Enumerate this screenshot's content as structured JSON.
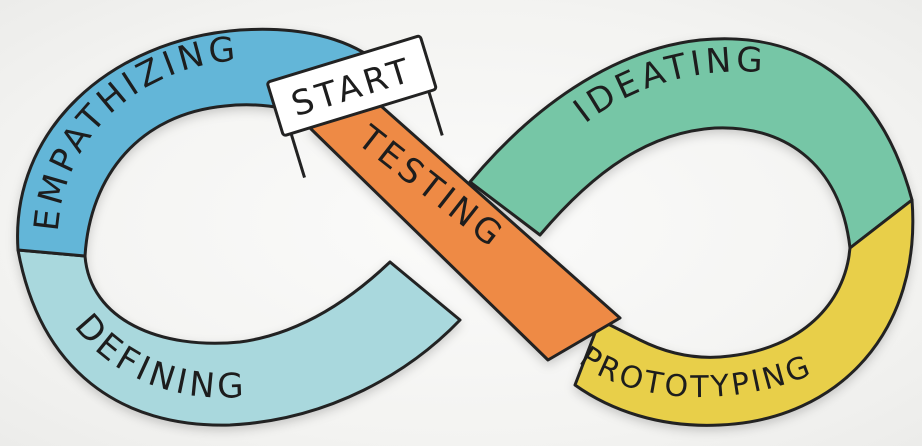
{
  "diagram": {
    "start_label": "START",
    "stages": [
      {
        "label": "EMPATHIZING",
        "color": "#63b6d8"
      },
      {
        "label": "DEFINING",
        "color": "#a9d8dd"
      },
      {
        "label": "TESTING",
        "color": "#ee8a45"
      },
      {
        "label": "IDEATING",
        "color": "#76c6a6"
      },
      {
        "label": "PROTOTYPING",
        "color": "#e8cf4a"
      }
    ],
    "sign_color": "#ffffff"
  }
}
